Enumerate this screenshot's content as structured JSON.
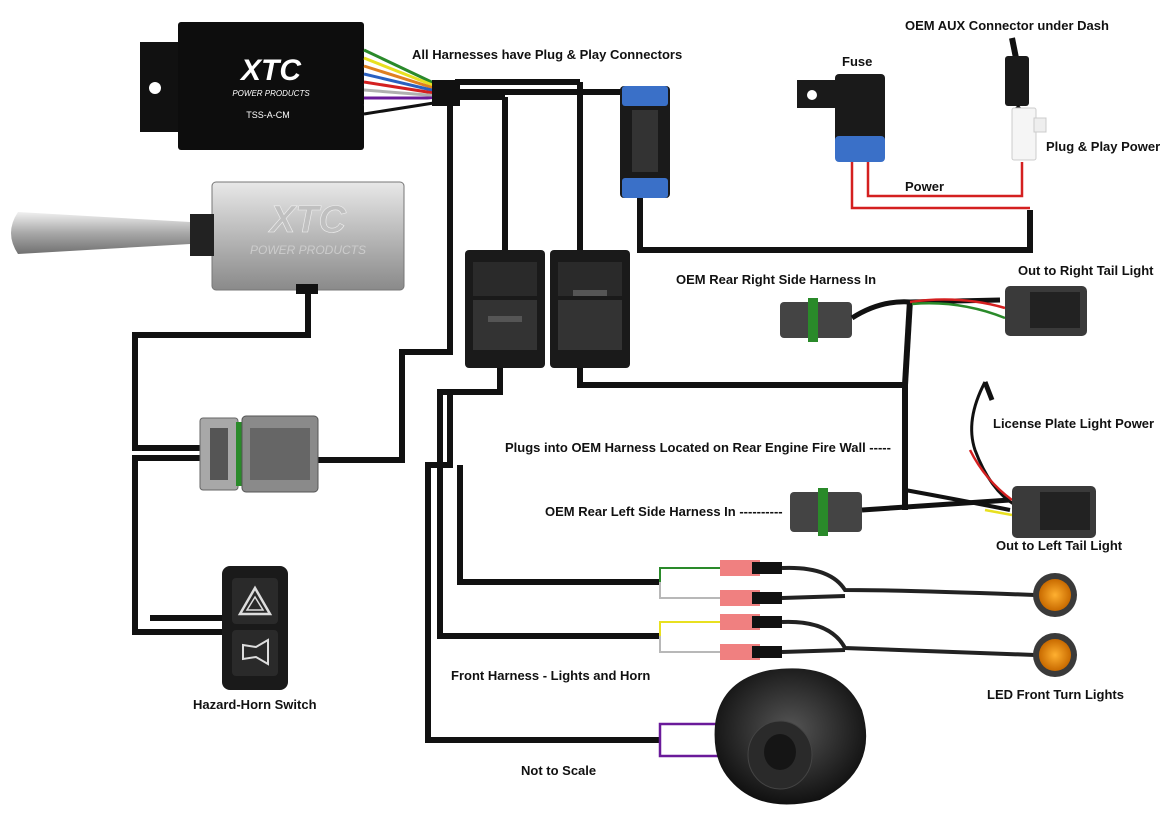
{
  "labels": {
    "all_harnesses": "All Harnesses have Plug & Play Connectors",
    "oem_aux": "OEM AUX Connector under Dash",
    "fuse": "Fuse",
    "plug_play_power": "Plug & Play Power",
    "power": "Power",
    "oem_rear_right": "OEM Rear Right Side Harness In",
    "out_right_tail": "Out to Right Tail Light",
    "license_plate": "License Plate Light Power",
    "plugs_into_oem": "Plugs into OEM Harness Located on Rear Engine Fire Wall -----",
    "oem_rear_left": "OEM Rear Left Side Harness In ----------",
    "out_left_tail": "Out to Left Tail Light",
    "front_harness": "Front Harness - Lights and Horn",
    "led_front": "LED Front Turn Lights",
    "not_to_scale": "Not to Scale",
    "hazard_horn": "Hazard-Horn Switch"
  },
  "module": {
    "brand": "XTC",
    "sub": "POWER PRODUCTS",
    "model": "TSS-A-CM"
  },
  "stalk": {
    "brand": "XTC",
    "sub": "POWER PRODUCTS"
  },
  "icons": [
    "hazard-triangle-icon",
    "horn-icon"
  ],
  "colors": {
    "wire_main": "#111111",
    "wire_power": "#d42020",
    "wire_green": "#2a8a2a",
    "wire_yellow": "#e8e020",
    "wire_gray": "#b8b8b8",
    "wire_purple": "#6a1a9a",
    "connector_blue": "#3a70c8",
    "turn_light": "#e88a10",
    "heatshrink": "#f08080"
  }
}
